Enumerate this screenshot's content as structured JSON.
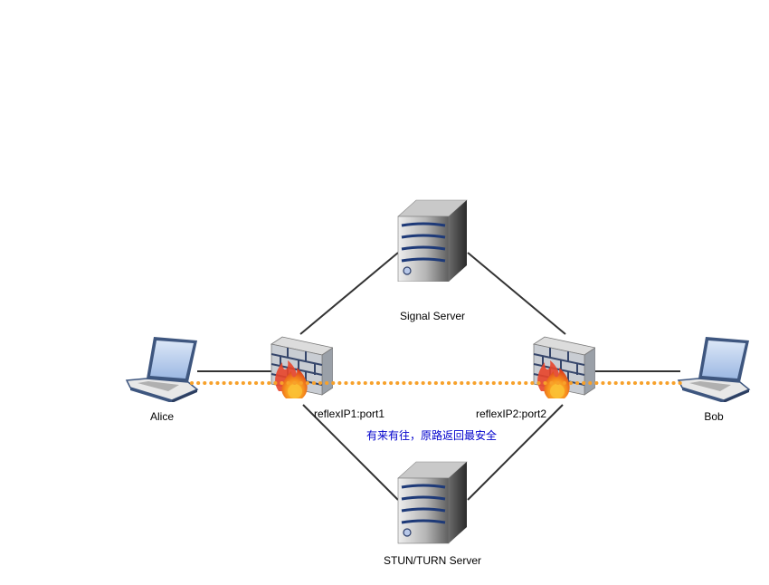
{
  "nodes": {
    "signal_server": "Signal Server",
    "stun_turn_server": "STUN/TURN Server",
    "alice": "Alice",
    "bob": "Bob",
    "nat1": "reflexIP1:port1",
    "nat2": "reflexIP2:port2"
  },
  "annotation": "有来有往，原路返回最安全",
  "colors": {
    "link": "#333333",
    "p2p_path": "#f7a12b",
    "annotation": "#0000cc"
  }
}
